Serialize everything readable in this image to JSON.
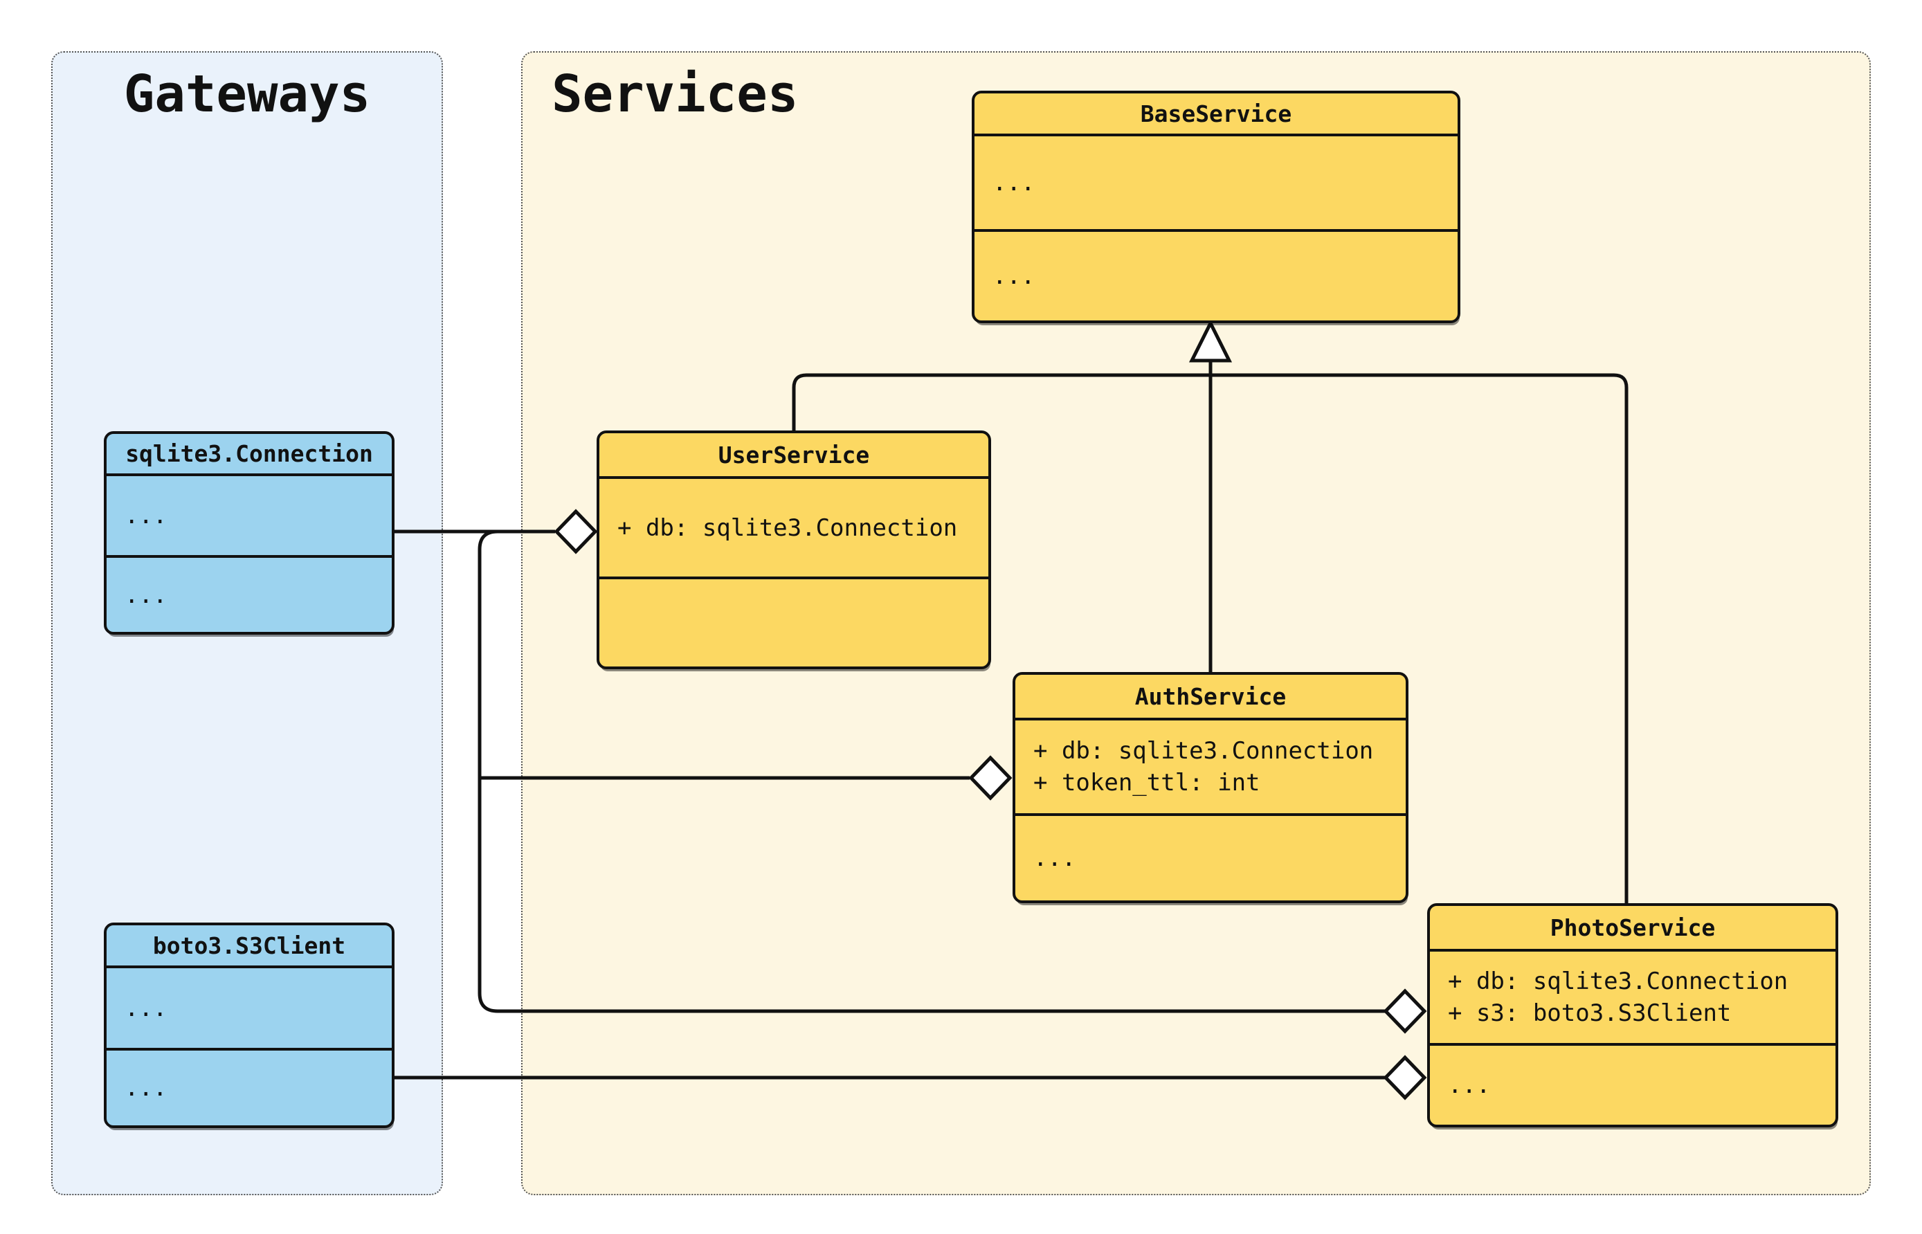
{
  "containers": {
    "gateways": {
      "title": "Gateways"
    },
    "services": {
      "title": "Services"
    }
  },
  "classes": {
    "sqlite_connection": {
      "title": "sqlite3.Connection",
      "attrs": [
        "..."
      ],
      "methods": [
        "..."
      ]
    },
    "boto3_s3client": {
      "title": "boto3.S3Client",
      "attrs": [
        "..."
      ],
      "methods": [
        "..."
      ]
    },
    "base_service": {
      "title": "BaseService",
      "attrs": [
        "..."
      ],
      "methods": [
        "..."
      ]
    },
    "user_service": {
      "title": "UserService",
      "attrs": [
        "+ db: sqlite3.Connection"
      ],
      "methods": []
    },
    "auth_service": {
      "title": "AuthService",
      "attrs": [
        "+ db: sqlite3.Connection",
        "+ token_ttl: int"
      ],
      "methods": [
        "..."
      ]
    },
    "photo_service": {
      "title": "PhotoService",
      "attrs": [
        "+ db: sqlite3.Connection",
        "+ s3: boto3.S3Client"
      ],
      "methods": [
        "..."
      ]
    }
  },
  "relations": [
    {
      "from": "UserService",
      "to": "BaseService",
      "type": "inheritance"
    },
    {
      "from": "AuthService",
      "to": "BaseService",
      "type": "inheritance"
    },
    {
      "from": "PhotoService",
      "to": "BaseService",
      "type": "inheritance"
    },
    {
      "from": "sqlite3.Connection",
      "to": "UserService",
      "type": "aggregation"
    },
    {
      "from": "sqlite3.Connection",
      "to": "AuthService",
      "type": "aggregation"
    },
    {
      "from": "sqlite3.Connection",
      "to": "PhotoService",
      "type": "aggregation"
    },
    {
      "from": "boto3.S3Client",
      "to": "PhotoService",
      "type": "aggregation"
    }
  ],
  "colors": {
    "service_box_fill": "#FCD862",
    "gateway_box_fill": "#9CD3EF",
    "services_group_bg": "#FDF6E1",
    "gateways_group_bg": "#EAF2FB",
    "line": "#111111",
    "marker_fill": "#FFFFFF"
  }
}
